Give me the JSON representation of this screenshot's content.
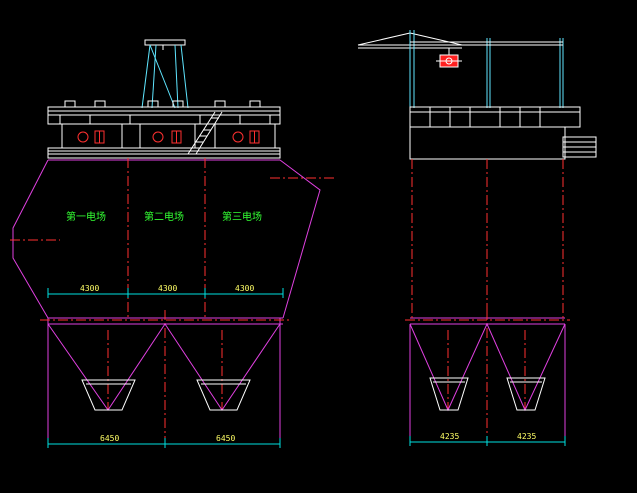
{
  "zone_labels": [
    "第一电场",
    "第二电场",
    "第三电场"
  ],
  "top_dimensions": [
    "4300",
    "4300",
    "4300"
  ],
  "bottom_dimensions_front": [
    "6450",
    "6450"
  ],
  "bottom_dimensions_side": [
    "4235",
    "4235"
  ],
  "colors": {
    "background": "#000000",
    "structure": "#ffffff",
    "cyan": "#5fe6ff",
    "magenta": "#e040e0",
    "centerline": "#ff3030",
    "label": "#33ff33",
    "dimension_text": "#ffff66"
  }
}
